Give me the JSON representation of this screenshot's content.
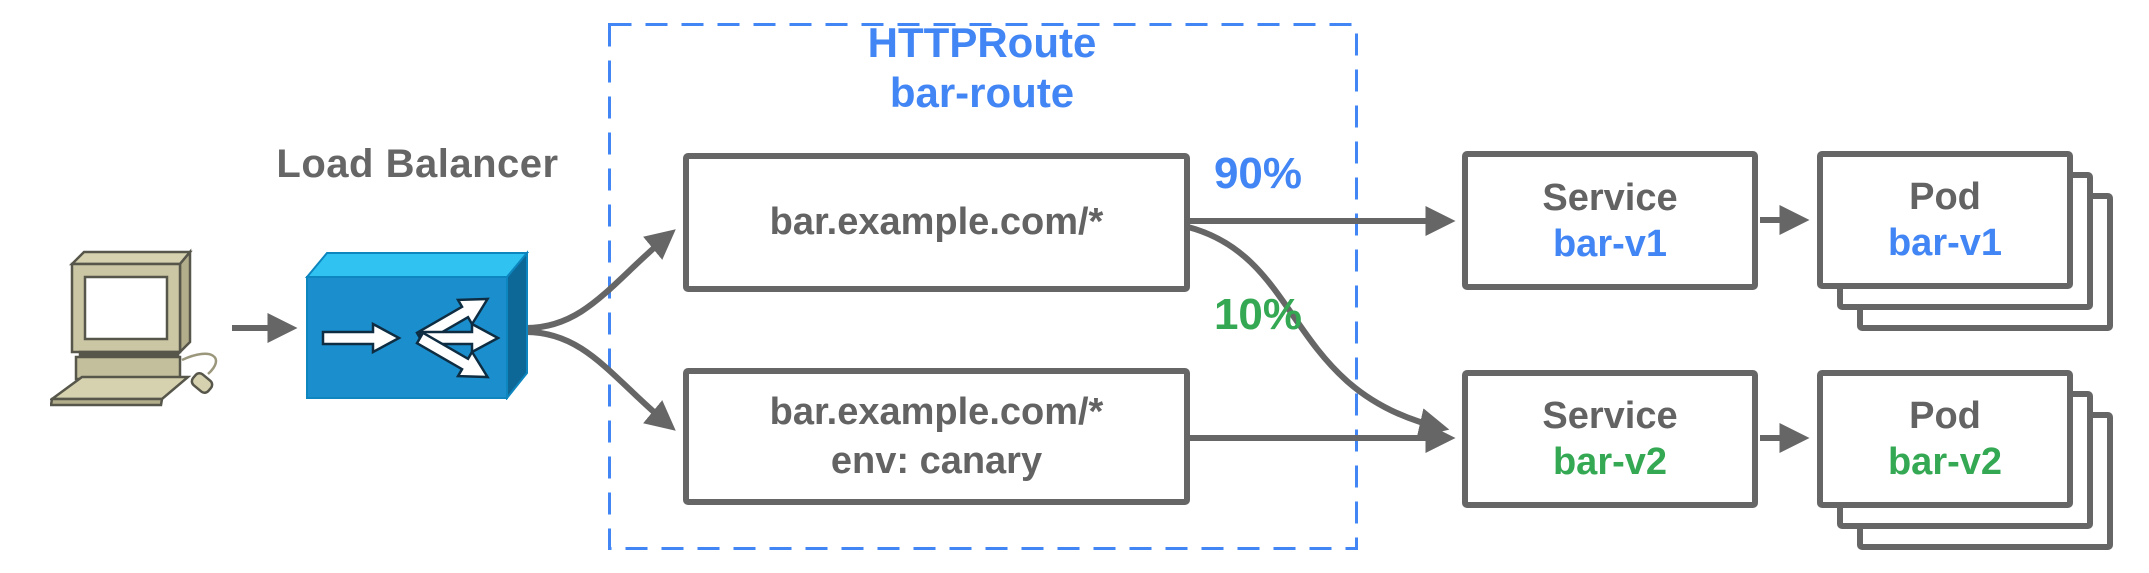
{
  "client": {
    "icon": "desktop-computer-icon"
  },
  "load_balancer": {
    "label": "Load Balancer",
    "icon": "load-balancer-icon"
  },
  "httproute": {
    "kind": "HTTPRoute",
    "name": "bar-route",
    "rules": [
      {
        "match": "bar.example.com/*"
      },
      {
        "match": "bar.example.com/*",
        "header": "env: canary"
      }
    ]
  },
  "traffic_split": {
    "v1_weight": "90%",
    "v2_weight": "10%"
  },
  "services": [
    {
      "kind": "Service",
      "name": "bar-v1"
    },
    {
      "kind": "Service",
      "name": "bar-v2"
    }
  ],
  "pods": [
    {
      "kind": "Pod",
      "name": "bar-v1"
    },
    {
      "kind": "Pod",
      "name": "bar-v2"
    }
  ],
  "colors": {
    "blue_accent": "#4285f4",
    "green_accent": "#34a853",
    "gray_text": "#666666",
    "box_border": "#666666",
    "dashed_border": "#4285f4",
    "lb_front": "#1b8fcd",
    "lb_top": "#30c3f2",
    "lb_side": "#0d6898",
    "computer_body": "#cbc7a5"
  }
}
